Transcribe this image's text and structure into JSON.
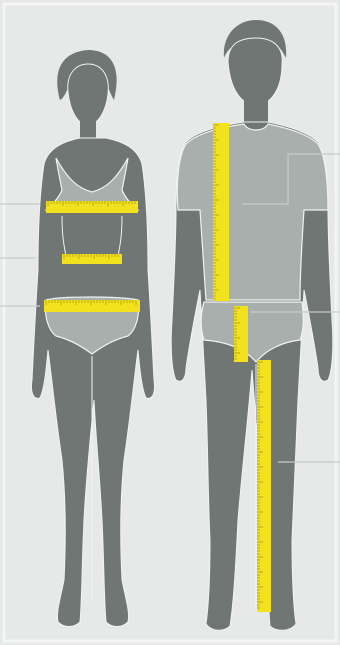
{
  "figure": {
    "kind": "body-measurement-guide",
    "figures": [
      {
        "id": "woman",
        "tapes": [
          "bust",
          "waist",
          "hips"
        ]
      },
      {
        "id": "man",
        "tapes": [
          "chest-length",
          "inseam-front",
          "inside-leg"
        ]
      }
    ]
  },
  "colors": {
    "background": "#e6e9e8",
    "frame": "#f4f5f4",
    "figure": "#6f7674",
    "figure_light": "#8e9593",
    "clothing": "#a9afad",
    "outline": "#f1f3f2",
    "tape": "#f2e21d",
    "tape_tick": "#a89a12",
    "leader": "#c7cbca"
  },
  "icons": {
    "bust_leader": "measure-line-icon",
    "waist_leader": "measure-line-icon",
    "hips_leader": "measure-line-icon",
    "chest_leader": "measure-line-icon",
    "inseam_leader": "measure-line-icon",
    "leg_leader": "measure-line-icon"
  }
}
